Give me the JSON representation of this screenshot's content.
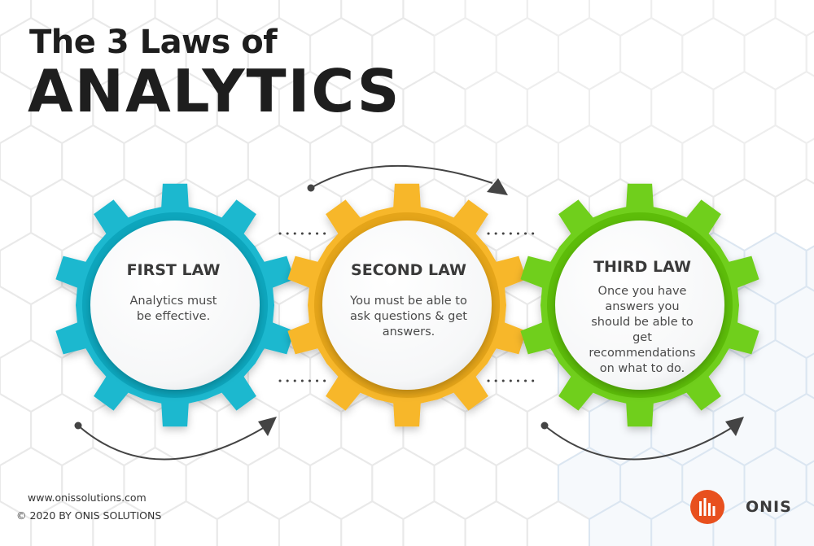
{
  "title": {
    "line1": "The 3 Laws of",
    "line2": "ANALYTICS"
  },
  "laws": [
    {
      "heading": "FIRST LAW",
      "body": "Analytics must be effective.",
      "color": "#1fb8cf"
    },
    {
      "heading": "SECOND LAW",
      "body": "You must be able to ask questions & get answers.",
      "color": "#f7b72b"
    },
    {
      "heading": "THIRD LAW",
      "body": "Once you have answers you should be able to get recommendations on what to do.",
      "color": "#6fcf1b"
    }
  ],
  "footer": {
    "website": "www.onissolutions.com",
    "copyright": "© 2020 BY ONIS SOLUTIONS"
  },
  "logo": {
    "name": "ONIS",
    "accent_color": "#e8501e"
  },
  "icons": [
    "curved-arrow-icon",
    "dotted-connector",
    "gear-shape",
    "onis-logo-icon"
  ]
}
